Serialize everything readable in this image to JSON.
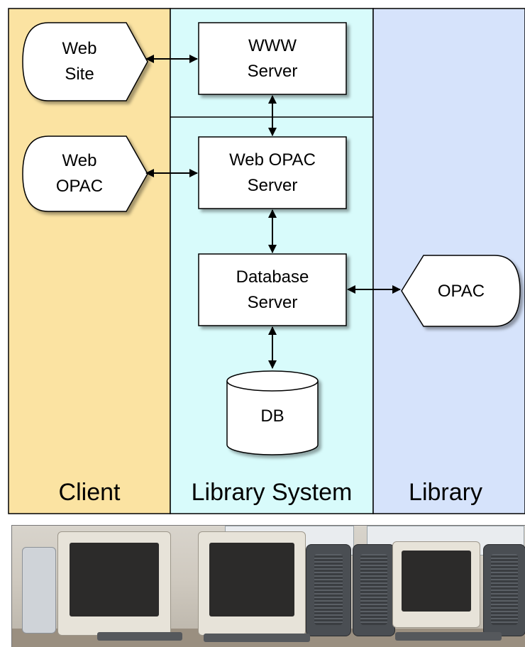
{
  "zones": {
    "client": "Client",
    "library_system": "Library System",
    "library": "Library"
  },
  "nodes": {
    "web_site": [
      "Web",
      "Site"
    ],
    "web_opac": [
      "Web",
      "OPAC"
    ],
    "www_server": [
      "WWW",
      "Server"
    ],
    "web_opac_server": [
      "Web OPAC",
      "Server"
    ],
    "database_server": [
      "Database",
      "Server"
    ],
    "db": "DB",
    "opac": "OPAC"
  },
  "colors": {
    "client_zone": "#fbe3a2",
    "library_system_zone": "#d8fbfb",
    "library_zone": "#d6e3fb",
    "box_fill": "#ffffff",
    "stroke": "#000000"
  }
}
